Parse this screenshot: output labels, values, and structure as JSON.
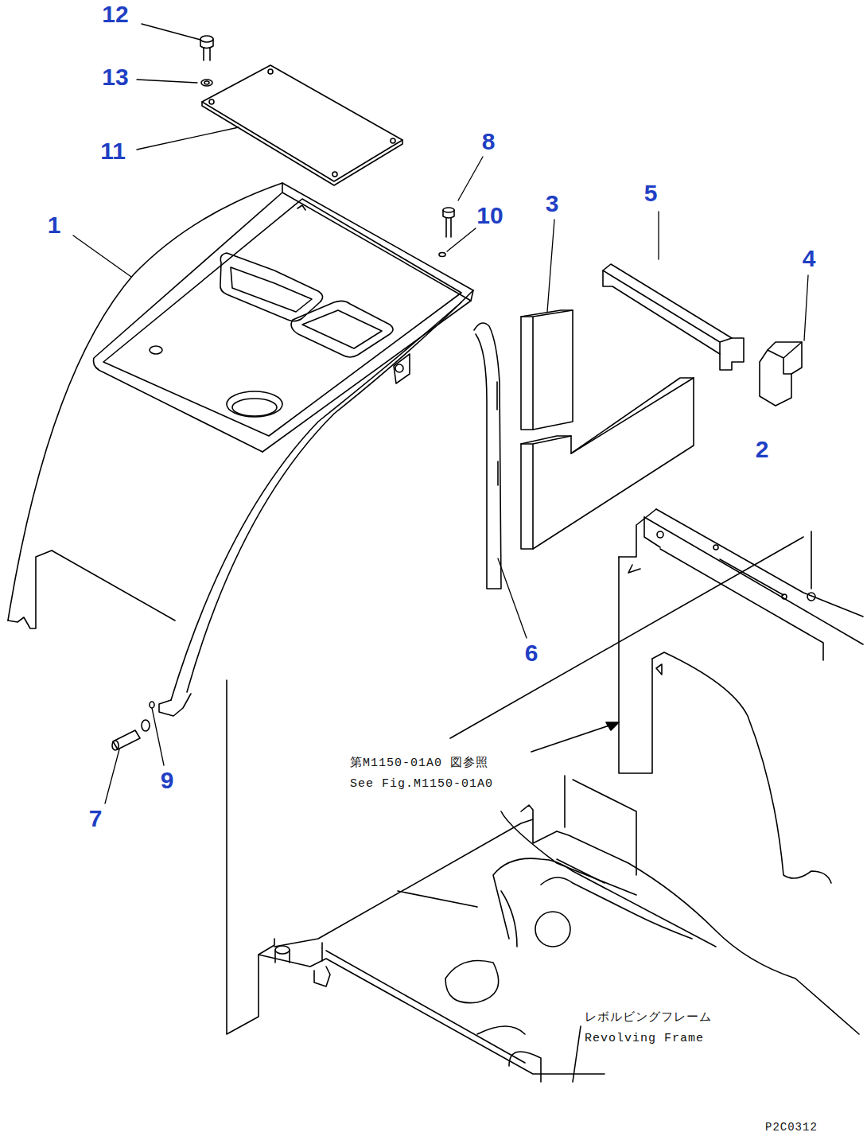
{
  "diagram": {
    "labels": [
      "12",
      "13",
      "11",
      "1",
      "8",
      "10",
      "3",
      "5",
      "4",
      "2",
      "6",
      "9",
      "7",
      "第M1150-01A0 図参照",
      "See Fig.M1150-01A0",
      "レボルビングフレーム",
      "Revolving Frame",
      "P2C0312"
    ]
  }
}
